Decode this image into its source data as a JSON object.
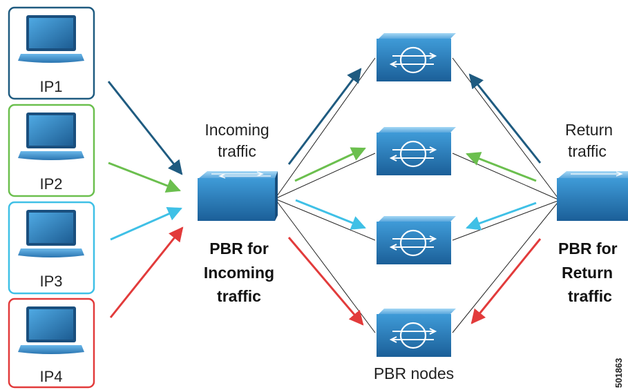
{
  "hosts": [
    {
      "label": "IP1",
      "color": "#1f5b80"
    },
    {
      "label": "IP2",
      "color": "#6bbf4e"
    },
    {
      "label": "IP3",
      "color": "#3fc0e6"
    },
    {
      "label": "IP4",
      "color": "#e23b3b"
    }
  ],
  "left_switch": {
    "caption_lines": [
      "Incoming",
      "traffic"
    ],
    "policy_lines": [
      "PBR for",
      "Incoming",
      "traffic"
    ]
  },
  "right_switch": {
    "caption_lines": [
      "Return",
      "traffic"
    ],
    "policy_lines": [
      "PBR for",
      "Return",
      "traffic"
    ]
  },
  "nodes_label": "PBR nodes",
  "figure_id": "501863",
  "colors": {
    "device_blue": "#2a80c2",
    "device_top": "#7fc2ec",
    "arrow_dark": "#1f5b80",
    "arrow_green": "#6bbf4e",
    "arrow_cyan": "#3fc0e6",
    "arrow_red": "#e23b3b"
  }
}
